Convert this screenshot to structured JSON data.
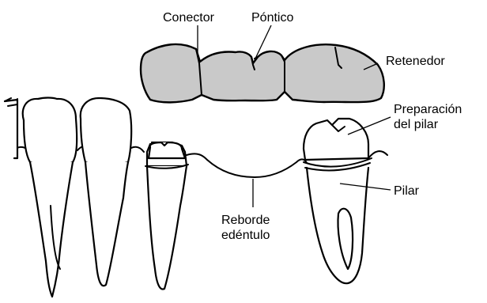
{
  "labels": {
    "conector": "Conector",
    "pontico": "Póntico",
    "retenedor": "Retenedor",
    "preparacion_line1": "Preparación",
    "preparacion_line2": "del pilar",
    "pilar": "Pilar",
    "reborde_line1": "Reborde",
    "reborde_line2": "edéntulo"
  },
  "colors": {
    "bridge_fill": "#c9c9c9",
    "stroke": "#000000",
    "background": "#ffffff"
  }
}
